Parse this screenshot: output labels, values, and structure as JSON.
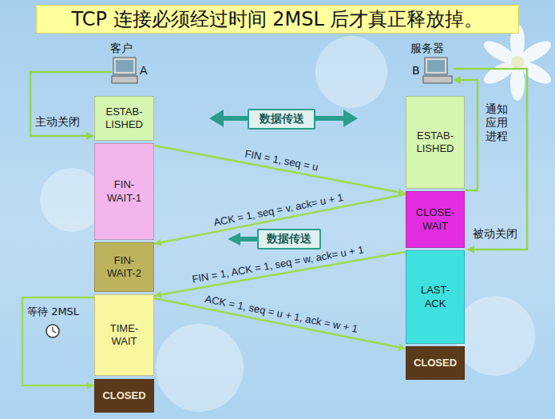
{
  "diagram": {
    "title": "TCP 连接必须经过时间 2MSL 后才真正释放掉。",
    "nodes": [
      {
        "text": [
          "ESTAB- LISHED"
        ]
      },
      {
        "text": [
          "数据传送"
        ]
      },
      {
        "text": [
          "ESTAB- LISHED"
        ]
      },
      {
        "text": [
          "FIN- WAIT-1"
        ]
      },
      {
        "text": [
          "CLOSE- WAIT"
        ]
      },
      {
        "text": [
          "数据传送"
        ]
      },
      {
        "text": [
          "FIN- WAIT-2"
        ]
      },
      {
        "text": [
          "LAST- ACK"
        ]
      },
      {
        "text": [
          "TIME- WAIT"
        ]
      },
      {
        "text": [
          "CLOSED"
        ]
      },
      {
        "text": [
          "CLOSED"
        ]
      }
    ],
    "edges": [
      {
        "from": 3,
        "to": 4,
        "label": "FIN = 1, seq = u",
        "arrow": "to"
      },
      {
        "from": 4,
        "to": 6,
        "label": "ACK = 1, seq = v, ack= u + 1",
        "arrow": "to"
      },
      {
        "from": 7,
        "to": 8,
        "label": "FIN = 1, ACK = 1, seq = w, ack= u + 1",
        "arrow": "to"
      },
      {
        "from": 8,
        "to": 9,
        "label": "ACK = 1, seq = u + 1, ack = w + 1",
        "arrow": "to"
      },
      {
        "from": 8,
        "to": 10,
        "arrow": "to"
      }
    ],
    "labels": [
      "客户",
      "A",
      "服务器",
      "B",
      "主动关闭",
      "通知应用进程",
      "被动关闭",
      "等待 2MSL"
    ]
  }
}
